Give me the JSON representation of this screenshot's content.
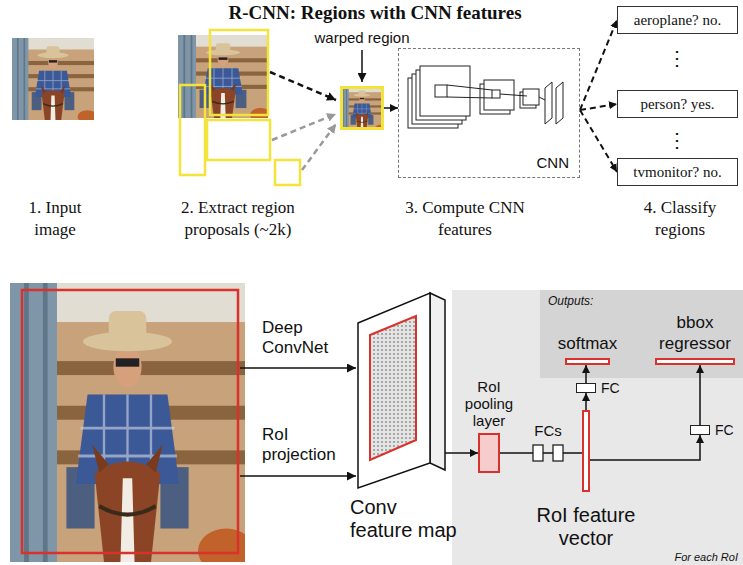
{
  "diagram": {
    "title": "R-CNN: Regions with CNN features",
    "nodes": [
      {
        "text": [
          "warped region"
        ]
      },
      {
        "text": [
          "CNN"
        ]
      },
      {
        "text": [
          "aeroplane? no."
        ]
      },
      {
        "text": [
          "person? yes."
        ]
      },
      {
        "text": [
          "tvmonitor? no."
        ]
      },
      {
        "text": [
          "Conv feature map"
        ]
      },
      {
        "text": [
          "For each RoI"
        ]
      },
      {
        "text": [
          "Outputs:"
        ],
        "in": 6
      },
      {
        "text": [
          "softmax"
        ],
        "in": 7
      },
      {
        "text": [
          "bbox regressor"
        ],
        "in": 7
      },
      {
        "text": [
          "RoI pooling layer"
        ],
        "in": 6
      },
      {
        "text": [
          "FCs"
        ],
        "in": 6
      },
      {
        "text": [
          "RoI feature vector"
        ],
        "in": 6
      },
      {
        "text": [
          "FC"
        ],
        "in": 6
      },
      {
        "text": [
          "FC"
        ],
        "in": 6
      }
    ],
    "edges": [
      {
        "from": 0,
        "to": 1,
        "arrow": "to"
      },
      {
        "from": 1,
        "to": 2,
        "arrow": "to"
      },
      {
        "from": 1,
        "to": 3,
        "arrow": "to"
      },
      {
        "from": 1,
        "to": 4,
        "arrow": "to"
      },
      {
        "from": 5,
        "to": 10,
        "arrow": "to"
      },
      {
        "from": 10,
        "to": 11,
        "arrow": "none"
      },
      {
        "from": 11,
        "to": 12,
        "arrow": "none"
      },
      {
        "from": 12,
        "to": 13,
        "arrow": "to"
      },
      {
        "from": 13,
        "to": 8,
        "arrow": "to"
      },
      {
        "from": 12,
        "to": 14,
        "arrow": "to"
      },
      {
        "from": 14,
        "to": 9,
        "arrow": "to"
      }
    ],
    "labels": [
      "1. Input image",
      "2. Extract region proposals (~2k)",
      "3. Compute CNN features",
      "4. Classify regions",
      "⋮",
      "⋮",
      "Deep ConvNet",
      "RoI projection"
    ]
  }
}
